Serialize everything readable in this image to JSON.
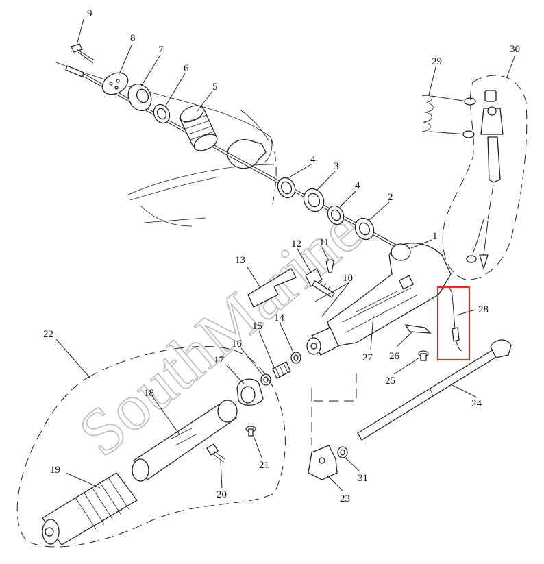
{
  "watermark": "SouthMarine",
  "highlight_color": "#e0282e",
  "callouts": [
    {
      "id": "1",
      "label": "1"
    },
    {
      "id": "2",
      "label": "2"
    },
    {
      "id": "3",
      "label": "3"
    },
    {
      "id": "4a",
      "label": "4"
    },
    {
      "id": "4b",
      "label": "4"
    },
    {
      "id": "5",
      "label": "5"
    },
    {
      "id": "6",
      "label": "6"
    },
    {
      "id": "7",
      "label": "7"
    },
    {
      "id": "8",
      "label": "8"
    },
    {
      "id": "9",
      "label": "9"
    },
    {
      "id": "10",
      "label": "10"
    },
    {
      "id": "11",
      "label": "11"
    },
    {
      "id": "12",
      "label": "12"
    },
    {
      "id": "13",
      "label": "13"
    },
    {
      "id": "14",
      "label": "14"
    },
    {
      "id": "15",
      "label": "15"
    },
    {
      "id": "16",
      "label": "16"
    },
    {
      "id": "17",
      "label": "17"
    },
    {
      "id": "18",
      "label": "18"
    },
    {
      "id": "19",
      "label": "19"
    },
    {
      "id": "20",
      "label": "20"
    },
    {
      "id": "21",
      "label": "21"
    },
    {
      "id": "22",
      "label": "22"
    },
    {
      "id": "23",
      "label": "23"
    },
    {
      "id": "24",
      "label": "24"
    },
    {
      "id": "25",
      "label": "25"
    },
    {
      "id": "26",
      "label": "26"
    },
    {
      "id": "27",
      "label": "27"
    },
    {
      "id": "28",
      "label": "28"
    },
    {
      "id": "29",
      "label": "29"
    },
    {
      "id": "30",
      "label": "30"
    },
    {
      "id": "31",
      "label": "31"
    }
  ]
}
